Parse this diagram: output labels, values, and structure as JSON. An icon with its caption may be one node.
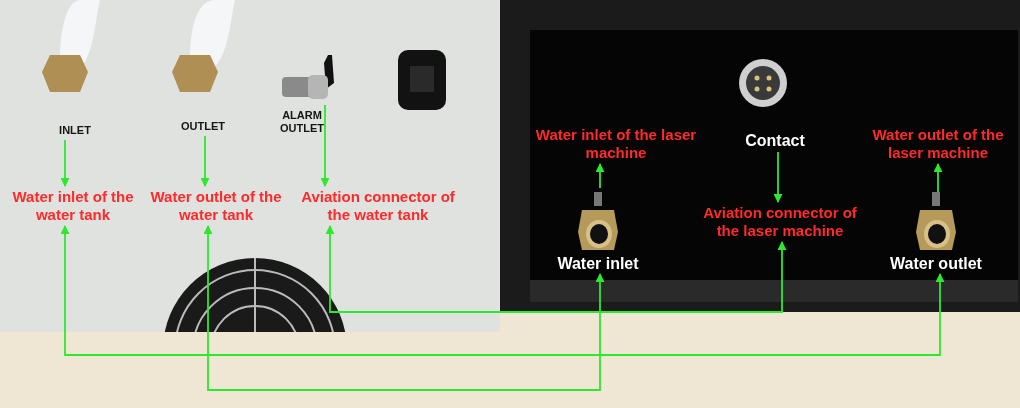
{
  "diagram": {
    "nodes": [
      {
        "text": [
          "INLET"
        ]
      },
      {
        "text": [
          "OUTLET"
        ]
      },
      {
        "text": [],
        "shape": "picture",
        "beside": [
          "ALARM OUTLET"
        ]
      },
      {
        "text": [
          "Contact"
        ]
      },
      {
        "text": [
          "Water inlet of the laser machine"
        ]
      },
      {
        "text": [
          "Water outlet of the laser machine"
        ]
      },
      {
        "text": [
          "Water inlet of the water tank"
        ]
      },
      {
        "text": [
          "Water outlet of the water tank"
        ]
      },
      {
        "text": [
          "Aviation connector of the water tank"
        ]
      },
      {
        "text": [
          "Aviation connector of the laser machine"
        ]
      },
      {
        "text": [
          "Water inlet"
        ]
      },
      {
        "text": [
          "Water outlet"
        ]
      }
    ],
    "edges": [
      {
        "from": 0,
        "to": 6,
        "arrow": "to"
      },
      {
        "from": 1,
        "to": 7,
        "arrow": "to"
      },
      {
        "from": 2,
        "to": 8,
        "arrow": "to"
      },
      {
        "from": 3,
        "to": 9,
        "arrow": "to"
      },
      {
        "from": 10,
        "to": 4,
        "arrow": "to"
      },
      {
        "from": 11,
        "to": 5,
        "arrow": "to"
      },
      {
        "from": 6,
        "to": 11,
        "arrow": "both"
      },
      {
        "from": 7,
        "to": 10,
        "arrow": "both"
      },
      {
        "from": 8,
        "to": 9,
        "arrow": "both"
      }
    ]
  }
}
